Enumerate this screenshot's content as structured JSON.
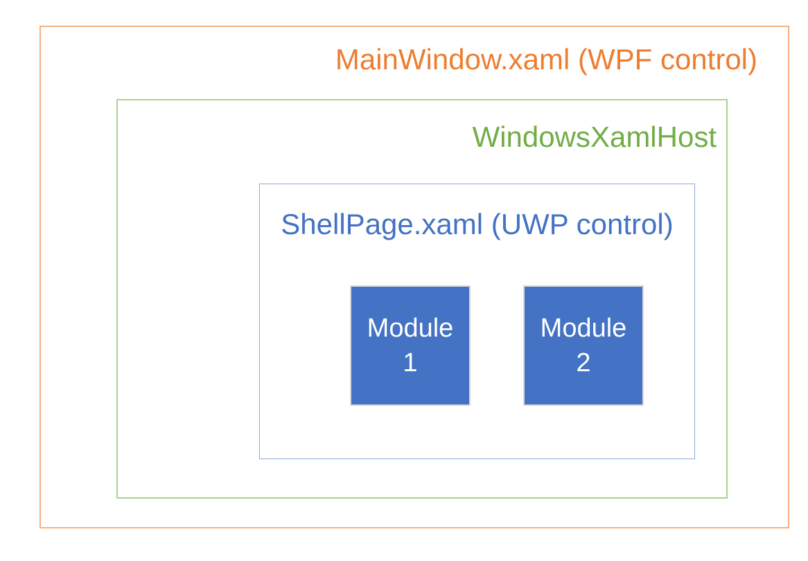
{
  "diagram": {
    "outer_box": {
      "label": "MainWindow.xaml (WPF control)",
      "text_color": "#ED7D31",
      "border_color": "#F4B183"
    },
    "host_box": {
      "label": "WindowsXamlHost",
      "text_color": "#70AD47",
      "border_color": "#A9D18E"
    },
    "shell_box": {
      "label": "ShellPage.xaml (UWP control)",
      "text_color": "#4472C4",
      "border_color": "#8FAADC"
    },
    "modules": [
      {
        "line1": "Module",
        "line2": "1",
        "fill_color": "#4472C4",
        "border_color": "#D9D9D9",
        "text_color": "#FFFFFF"
      },
      {
        "line1": "Module",
        "line2": "2",
        "fill_color": "#4472C4",
        "border_color": "#D9D9D9",
        "text_color": "#FFFFFF"
      }
    ]
  }
}
